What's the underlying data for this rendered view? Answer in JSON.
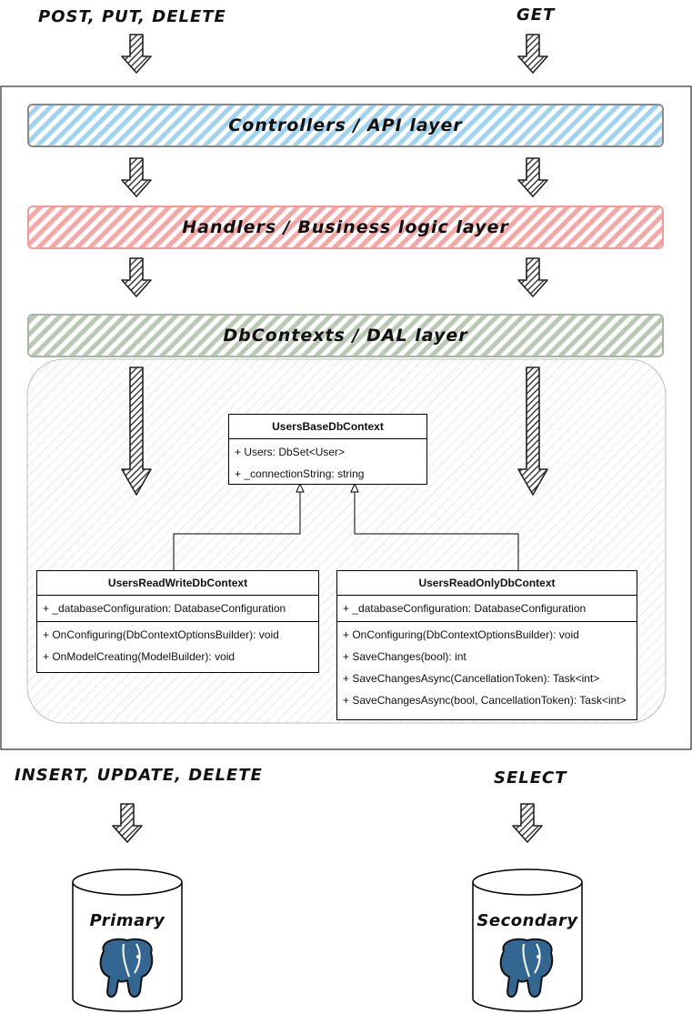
{
  "top_labels": {
    "left": "POST, PUT, DELETE",
    "right": "GET"
  },
  "layers": {
    "controllers": "Controllers / API layer",
    "handlers": "Handlers / Business logic layer",
    "dbcontexts": "DbContexts / DAL layer"
  },
  "colors": {
    "controllers": "#9fd3ee",
    "handlers": "#f7a5a5",
    "dbcontexts": "#b9c9b4"
  },
  "classes": {
    "base": {
      "name": "UsersBaseDbContext",
      "fields": [
        "+ Users: DbSet<User>",
        "+ _connectionString: string"
      ]
    },
    "readwrite": {
      "name": "UsersReadWriteDbContext",
      "fields": [
        "+ _databaseConfiguration: DatabaseConfiguration"
      ],
      "methods": [
        "+ OnConfiguring(DbContextOptionsBuilder): void",
        "+ OnModelCreating(ModelBuilder): void"
      ]
    },
    "readonly": {
      "name": "UsersReadOnlyDbContext",
      "fields": [
        "+ _databaseConfiguration: DatabaseConfiguration"
      ],
      "methods": [
        "+ OnConfiguring(DbContextOptionsBuilder): void",
        "+ SaveChanges(bool): int",
        "+ SaveChangesAsync(CancellationToken): Task<int>",
        "+ SaveChangesAsync(bool, CancellationToken): Task<int>"
      ]
    }
  },
  "bottom_labels": {
    "left": "INSERT, UPDATE, DELETE",
    "right": "SELECT"
  },
  "databases": {
    "primary": "Primary",
    "secondary": "Secondary"
  },
  "icons": [
    "down-arrow-icon",
    "postgresql-elephant-icon"
  ]
}
